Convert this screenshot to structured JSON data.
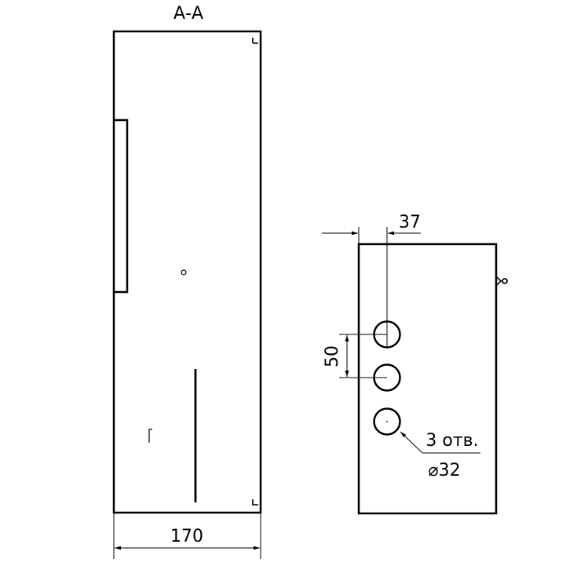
{
  "section_view": {
    "label": "А-А",
    "width_dimension": "170"
  },
  "side_view": {
    "hole_offset_dimension": "37",
    "hole_spacing_dimension": "50",
    "hole_callout_count": "3 отв.",
    "hole_callout_diameter": "⌀32",
    "hole_count": 3
  }
}
